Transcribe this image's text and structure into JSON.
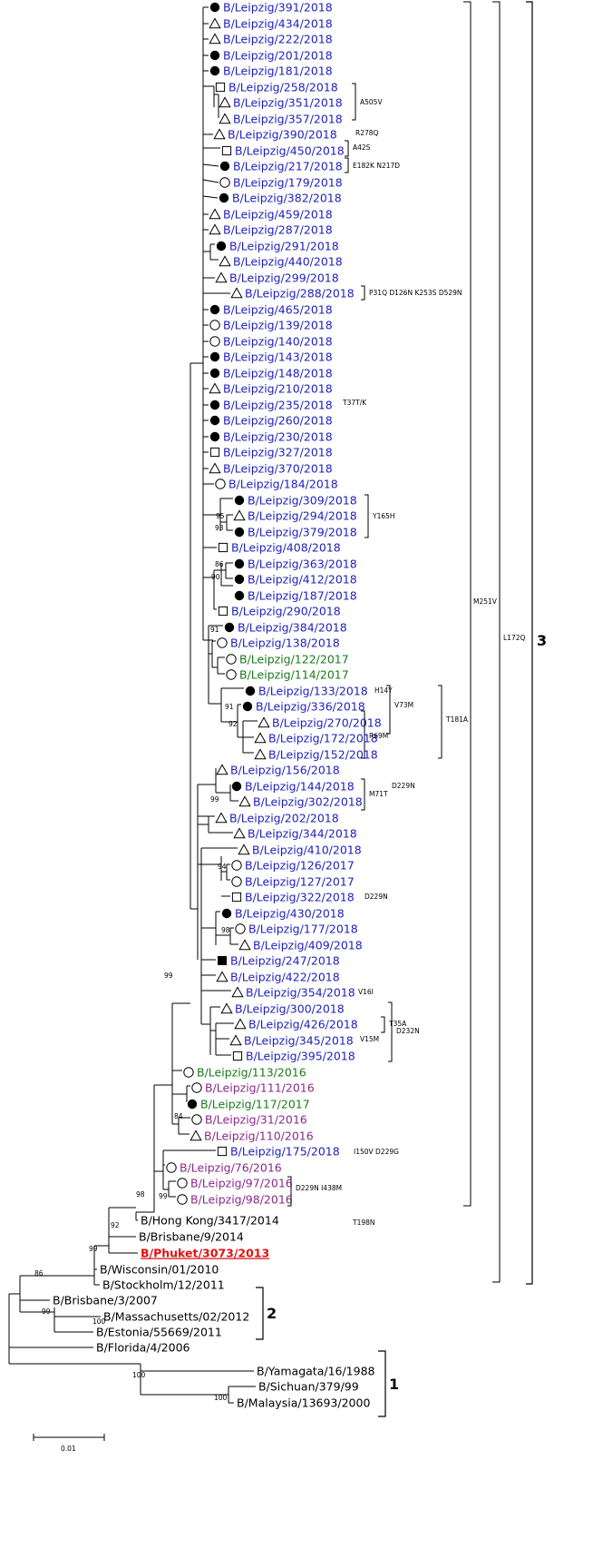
{
  "colors": {
    "blue": "#1f1fbf",
    "green": "#1a7a1a",
    "purple": "#8a2a8a",
    "red": "#e01010",
    "black": "#000000"
  },
  "markers": [
    "filled-circle",
    "open-triangle",
    "open-circle",
    "open-square",
    "filled-square"
  ],
  "taxa": [
    {
      "label": "B/Leipzig/391/2018",
      "color": "blue",
      "marker": "filled-circle"
    },
    {
      "label": "B/Leipzig/434/2018",
      "color": "blue",
      "marker": "open-triangle"
    },
    {
      "label": "B/Leipzig/222/2018",
      "color": "blue",
      "marker": "open-triangle"
    },
    {
      "label": "B/Leipzig/201/2018",
      "color": "blue",
      "marker": "filled-circle"
    },
    {
      "label": "B/Leipzig/181/2018",
      "color": "blue",
      "marker": "filled-circle"
    },
    {
      "label": "B/Leipzig/258/2018",
      "color": "blue",
      "marker": "open-square"
    },
    {
      "label": "B/Leipzig/351/2018",
      "color": "blue",
      "marker": "open-triangle"
    },
    {
      "label": "B/Leipzig/357/2018",
      "color": "blue",
      "marker": "open-triangle"
    },
    {
      "label": "B/Leipzig/390/2018",
      "color": "blue",
      "marker": "open-triangle"
    },
    {
      "label": "B/Leipzig/450/2018",
      "color": "blue",
      "marker": "open-square"
    },
    {
      "label": "B/Leipzig/217/2018",
      "color": "blue",
      "marker": "filled-circle"
    },
    {
      "label": "B/Leipzig/179/2018",
      "color": "blue",
      "marker": "open-circle"
    },
    {
      "label": "B/Leipzig/382/2018",
      "color": "blue",
      "marker": "filled-circle"
    },
    {
      "label": "B/Leipzig/459/2018",
      "color": "blue",
      "marker": "open-triangle"
    },
    {
      "label": "B/Leipzig/287/2018",
      "color": "blue",
      "marker": "open-triangle"
    },
    {
      "label": "B/Leipzig/291/2018",
      "color": "blue",
      "marker": "filled-circle"
    },
    {
      "label": "B/Leipzig/440/2018",
      "color": "blue",
      "marker": "open-triangle"
    },
    {
      "label": "B/Leipzig/299/2018",
      "color": "blue",
      "marker": "open-triangle"
    },
    {
      "label": "B/Leipzig/288/2018",
      "color": "blue",
      "marker": "open-triangle"
    },
    {
      "label": "B/Leipzig/465/2018",
      "color": "blue",
      "marker": "filled-circle"
    },
    {
      "label": "B/Leipzig/139/2018",
      "color": "blue",
      "marker": "open-circle"
    },
    {
      "label": "B/Leipzig/140/2018",
      "color": "blue",
      "marker": "open-circle"
    },
    {
      "label": "B/Leipzig/143/2018",
      "color": "blue",
      "marker": "filled-circle"
    },
    {
      "label": "B/Leipzig/148/2018",
      "color": "blue",
      "marker": "filled-circle"
    },
    {
      "label": "B/Leipzig/210/2018",
      "color": "blue",
      "marker": "open-triangle"
    },
    {
      "label": "B/Leipzig/235/2018",
      "color": "blue",
      "marker": "filled-circle"
    },
    {
      "label": "B/Leipzig/260/2018",
      "color": "blue",
      "marker": "filled-circle"
    },
    {
      "label": "B/Leipzig/230/2018",
      "color": "blue",
      "marker": "filled-circle"
    },
    {
      "label": "B/Leipzig/327/2018",
      "color": "blue",
      "marker": "open-square"
    },
    {
      "label": "B/Leipzig/370/2018",
      "color": "blue",
      "marker": "open-triangle"
    },
    {
      "label": "B/Leipzig/184/2018",
      "color": "blue",
      "marker": "open-circle"
    },
    {
      "label": "B/Leipzig/309/2018",
      "color": "blue",
      "marker": "filled-circle"
    },
    {
      "label": "B/Leipzig/294/2018",
      "color": "blue",
      "marker": "open-triangle"
    },
    {
      "label": "B/Leipzig/379/2018",
      "color": "blue",
      "marker": "filled-circle"
    },
    {
      "label": "B/Leipzig/408/2018",
      "color": "blue",
      "marker": "open-square"
    },
    {
      "label": "B/Leipzig/363/2018",
      "color": "blue",
      "marker": "filled-circle"
    },
    {
      "label": "B/Leipzig/412/2018",
      "color": "blue",
      "marker": "filled-circle"
    },
    {
      "label": "B/Leipzig/187/2018",
      "color": "blue",
      "marker": "filled-circle"
    },
    {
      "label": "B/Leipzig/290/2018",
      "color": "blue",
      "marker": "open-square"
    },
    {
      "label": "B/Leipzig/384/2018",
      "color": "blue",
      "marker": "filled-circle"
    },
    {
      "label": "B/Leipzig/138/2018",
      "color": "blue",
      "marker": "open-circle"
    },
    {
      "label": "B/Leipzig/122/2017",
      "color": "green",
      "marker": "open-circle"
    },
    {
      "label": "B/Leipzig/114/2017",
      "color": "green",
      "marker": "open-circle"
    },
    {
      "label": "B/Leipzig/133/2018",
      "color": "blue",
      "marker": "filled-circle"
    },
    {
      "label": "B/Leipzig/336/2018",
      "color": "blue",
      "marker": "filled-circle"
    },
    {
      "label": "B/Leipzig/270/2018",
      "color": "blue",
      "marker": "open-triangle"
    },
    {
      "label": "B/Leipzig/172/2018",
      "color": "blue",
      "marker": "open-triangle"
    },
    {
      "label": "B/Leipzig/152/2018",
      "color": "blue",
      "marker": "open-triangle"
    },
    {
      "label": "B/Leipzig/156/2018",
      "color": "blue",
      "marker": "open-triangle"
    },
    {
      "label": "B/Leipzig/144/2018",
      "color": "blue",
      "marker": "filled-circle"
    },
    {
      "label": "B/Leipzig/302/2018",
      "color": "blue",
      "marker": "open-triangle"
    },
    {
      "label": "B/Leipzig/202/2018",
      "color": "blue",
      "marker": "open-triangle"
    },
    {
      "label": "B/Leipzig/344/2018",
      "color": "blue",
      "marker": "open-triangle"
    },
    {
      "label": "B/Leipzig/410/2018",
      "color": "blue",
      "marker": "open-triangle"
    },
    {
      "label": "B/Leipzig/126/2017",
      "color": "blue",
      "marker": "open-circle"
    },
    {
      "label": "B/Leipzig/127/2017",
      "color": "blue",
      "marker": "open-circle"
    },
    {
      "label": "B/Leipzig/322/2018",
      "color": "blue",
      "marker": "open-square"
    },
    {
      "label": "B/Leipzig/430/2018",
      "color": "blue",
      "marker": "filled-circle"
    },
    {
      "label": "B/Leipzig/177/2018",
      "color": "blue",
      "marker": "open-circle"
    },
    {
      "label": "B/Leipzig/409/2018",
      "color": "blue",
      "marker": "open-triangle"
    },
    {
      "label": "B/Leipzig/247/2018",
      "color": "blue",
      "marker": "filled-square"
    },
    {
      "label": "B/Leipzig/422/2018",
      "color": "blue",
      "marker": "open-triangle"
    },
    {
      "label": "B/Leipzig/354/2018",
      "color": "blue",
      "marker": "open-triangle"
    },
    {
      "label": "B/Leipzig/300/2018",
      "color": "blue",
      "marker": "open-triangle"
    },
    {
      "label": "B/Leipzig/426/2018",
      "color": "blue",
      "marker": "open-triangle"
    },
    {
      "label": "B/Leipzig/345/2018",
      "color": "blue",
      "marker": "open-triangle"
    },
    {
      "label": "B/Leipzig/395/2018",
      "color": "blue",
      "marker": "open-square"
    },
    {
      "label": "B/Leipzig/113/2016",
      "color": "green",
      "marker": "open-circle"
    },
    {
      "label": "B/Leipzig/111/2016",
      "color": "purple",
      "marker": "open-circle"
    },
    {
      "label": "B/Leipzig/117/2017",
      "color": "green",
      "marker": "filled-circle"
    },
    {
      "label": "B/Leipzig/31/2016",
      "color": "purple",
      "marker": "open-circle"
    },
    {
      "label": "B/Leipzig/110/2016",
      "color": "purple",
      "marker": "open-triangle"
    },
    {
      "label": "B/Leipzig/175/2018",
      "color": "blue",
      "marker": "open-square"
    },
    {
      "label": "B/Leipzig/76/2016",
      "color": "purple",
      "marker": "open-circle"
    },
    {
      "label": "B/Leipzig/97/2016",
      "color": "purple",
      "marker": "open-circle"
    },
    {
      "label": "B/Leipzig/98/2016",
      "color": "purple",
      "marker": "open-circle"
    },
    {
      "label": "B/Hong Kong/3417/2014",
      "color": "black",
      "marker": ""
    },
    {
      "label": "B/Brisbane/9/2014",
      "color": "black",
      "marker": ""
    },
    {
      "label": "B/Phuket/3073/2013",
      "color": "red",
      "marker": ""
    },
    {
      "label": "B/Wisconsin/01/2010",
      "color": "black",
      "marker": ""
    },
    {
      "label": "B/Stockholm/12/2011",
      "color": "black",
      "marker": ""
    },
    {
      "label": "B/Brisbane/3/2007",
      "color": "black",
      "marker": ""
    },
    {
      "label": "B/Massachusetts/02/2012",
      "color": "black",
      "marker": ""
    },
    {
      "label": "B/Estonia/55669/2011",
      "color": "black",
      "marker": ""
    },
    {
      "label": "B/Florida/4/2006",
      "color": "black",
      "marker": ""
    },
    {
      "label": "B/Yamagata/16/1988",
      "color": "black",
      "marker": ""
    },
    {
      "label": "B/Sichuan/379/99",
      "color": "black",
      "marker": ""
    },
    {
      "label": "B/Malaysia/13693/2000",
      "color": "black",
      "marker": ""
    }
  ],
  "bootstrap": [
    "95",
    "93",
    "86",
    "90",
    "91",
    "91",
    "92",
    "99",
    "94",
    "98",
    "99",
    "84",
    "99",
    "98",
    "92",
    "99",
    "86",
    "99",
    "100",
    "100",
    "100"
  ],
  "mutations": [
    "A505V",
    "R278Q",
    "A42S",
    "E182K N217D",
    "P31Q D126N K253S D529N",
    "T37T/K",
    "Y165H",
    "H14Y",
    "R69M",
    "V73M",
    "T181A",
    "M71T",
    "D229N",
    "D229N",
    "V16I",
    "T35A",
    "V15M",
    "D232N",
    "I150V D229G",
    "D229N I438M",
    "T198N",
    "M251V",
    "L172Q"
  ],
  "clades": [
    "3",
    "2",
    "1"
  ],
  "scale_bar": "0.01"
}
